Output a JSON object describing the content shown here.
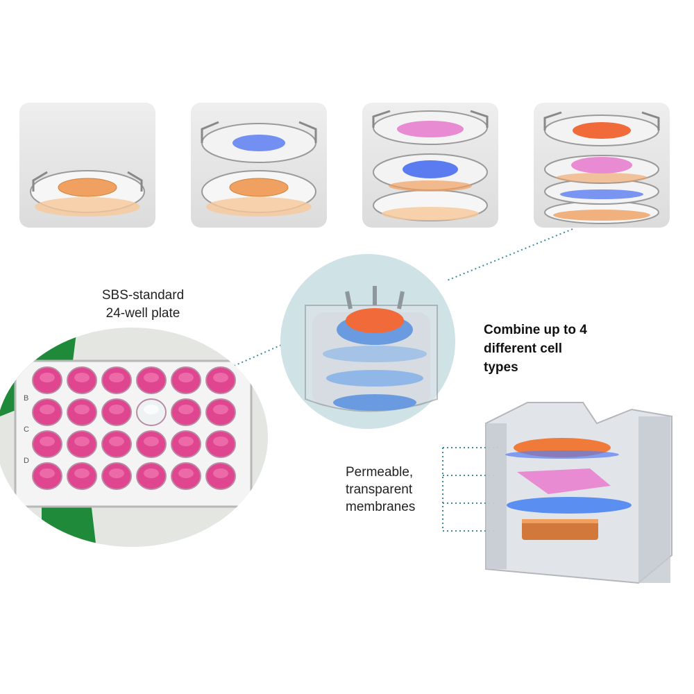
{
  "labels": {
    "plate_title": [
      "SBS-standard",
      "24-well plate"
    ],
    "combine": [
      "Combine up to 4",
      "different cell",
      "types"
    ],
    "membranes": [
      "Permeable,",
      "transparent",
      "membranes"
    ]
  },
  "plate": {
    "row_letters": [
      "B",
      "C",
      "D"
    ]
  },
  "panels": [
    {
      "layers": [
        "orange"
      ]
    },
    {
      "layers": [
        "orange",
        "blue"
      ]
    },
    {
      "layers": [
        "orange",
        "blue",
        "pink"
      ]
    },
    {
      "layers": [
        "orange",
        "blue",
        "pink",
        "red"
      ]
    }
  ],
  "colors": {
    "orange_cells": "#f0a060",
    "blue_cells": "#5a7cf0",
    "pink_cells": "#e98bd2",
    "red_cells": "#f06a3a",
    "medium_pink": "#e0458f",
    "glove_green": "#1f8a3a",
    "callout_bg": "#cfe2e6",
    "dotted_line": "#3d8a9c"
  }
}
